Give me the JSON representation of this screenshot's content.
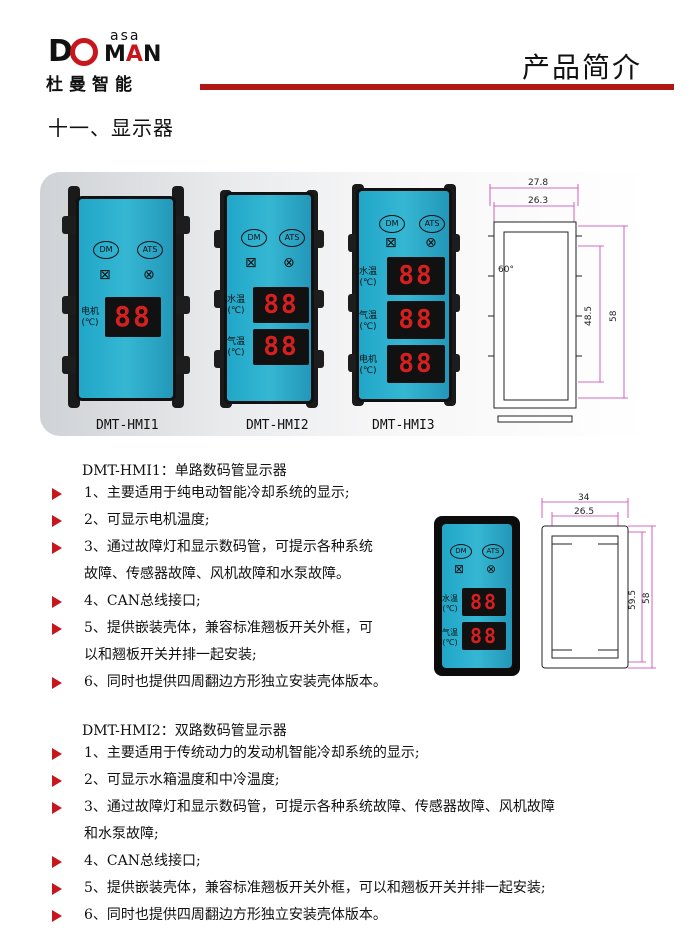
{
  "brand": {
    "logo_do": "DO",
    "logo_asa": "asa",
    "logo_man_pre": "M",
    "logo_man_accent": "A",
    "logo_man_post": "N",
    "name_cn": "杜曼智能"
  },
  "header": {
    "page_title": "产品简介"
  },
  "section": {
    "title": "十一、显示器"
  },
  "devices": {
    "hmi1": {
      "caption": "DMT-HMI1",
      "dm": "DM",
      "ats": "ATS",
      "label_motor": "电机\n(℃)",
      "digits": "88"
    },
    "hmi2": {
      "caption": "DMT-HMI2",
      "dm": "DM",
      "ats": "ATS",
      "label_water": "水温\n(℃)",
      "label_air": "气温\n(℃)",
      "digits": "88"
    },
    "hmi3": {
      "caption": "DMT-HMI3",
      "dm": "DM",
      "ats": "ATS",
      "label_water": "水温\n(℃)",
      "label_air": "气温\n(℃)",
      "label_motor": "电机\n(℃)",
      "digits": "88"
    },
    "hmi2_side": {
      "dm": "DM",
      "ats": "ATS",
      "label_water": "水温\n(℃)",
      "label_air": "气温\n(℃)",
      "digits": "88"
    }
  },
  "drawing_top": {
    "dim_outer": "27.8",
    "dim_inner": "26.3",
    "dim_height_inner": "48.5",
    "dim_height_outer": "58",
    "angle": "60°"
  },
  "drawing_side": {
    "dim_outer": "34",
    "dim_inner": "26.5",
    "dim_height_outer": "59.5",
    "dim_height_inner": "58"
  },
  "hmi1": {
    "heading": "DMT-HMI1：单路数码管显示器",
    "items": [
      "1、主要适用于纯电动智能冷却系统的显示;",
      "2、可显示电机温度;",
      "3、通过故障灯和显示数码管，可提示各种系统",
      "4、CAN总线接口;",
      "5、提供嵌装壳体，兼容标准翘板开关外框，可",
      "6、同时也提供四周翻边方形独立安装壳体版本。"
    ],
    "item3_cont": "故障、传感器故障、风机故障和水泵故障。",
    "item5_cont": "以和翘板开关并排一起安装;"
  },
  "hmi2": {
    "heading": "DMT-HMI2：双路数码管显示器",
    "items": [
      "1、主要适用于传统动力的发动机智能冷却系统的显示;",
      "2、可显示水箱温度和中冷温度;",
      "3、通过故障灯和显示数码管，可提示各种系统故障、传感器故障、风机故障",
      "4、CAN总线接口;",
      "5、提供嵌装壳体，兼容标准翘板开关外框，可以和翘板开关并排一起安装;",
      "6、同时也提供四周翻边方形独立安装壳体版本。"
    ],
    "item3_cont": "和水泵故障;"
  },
  "colors": {
    "accent": "#c8161d",
    "rule": "#b01818",
    "panel": "#2aaed0"
  }
}
